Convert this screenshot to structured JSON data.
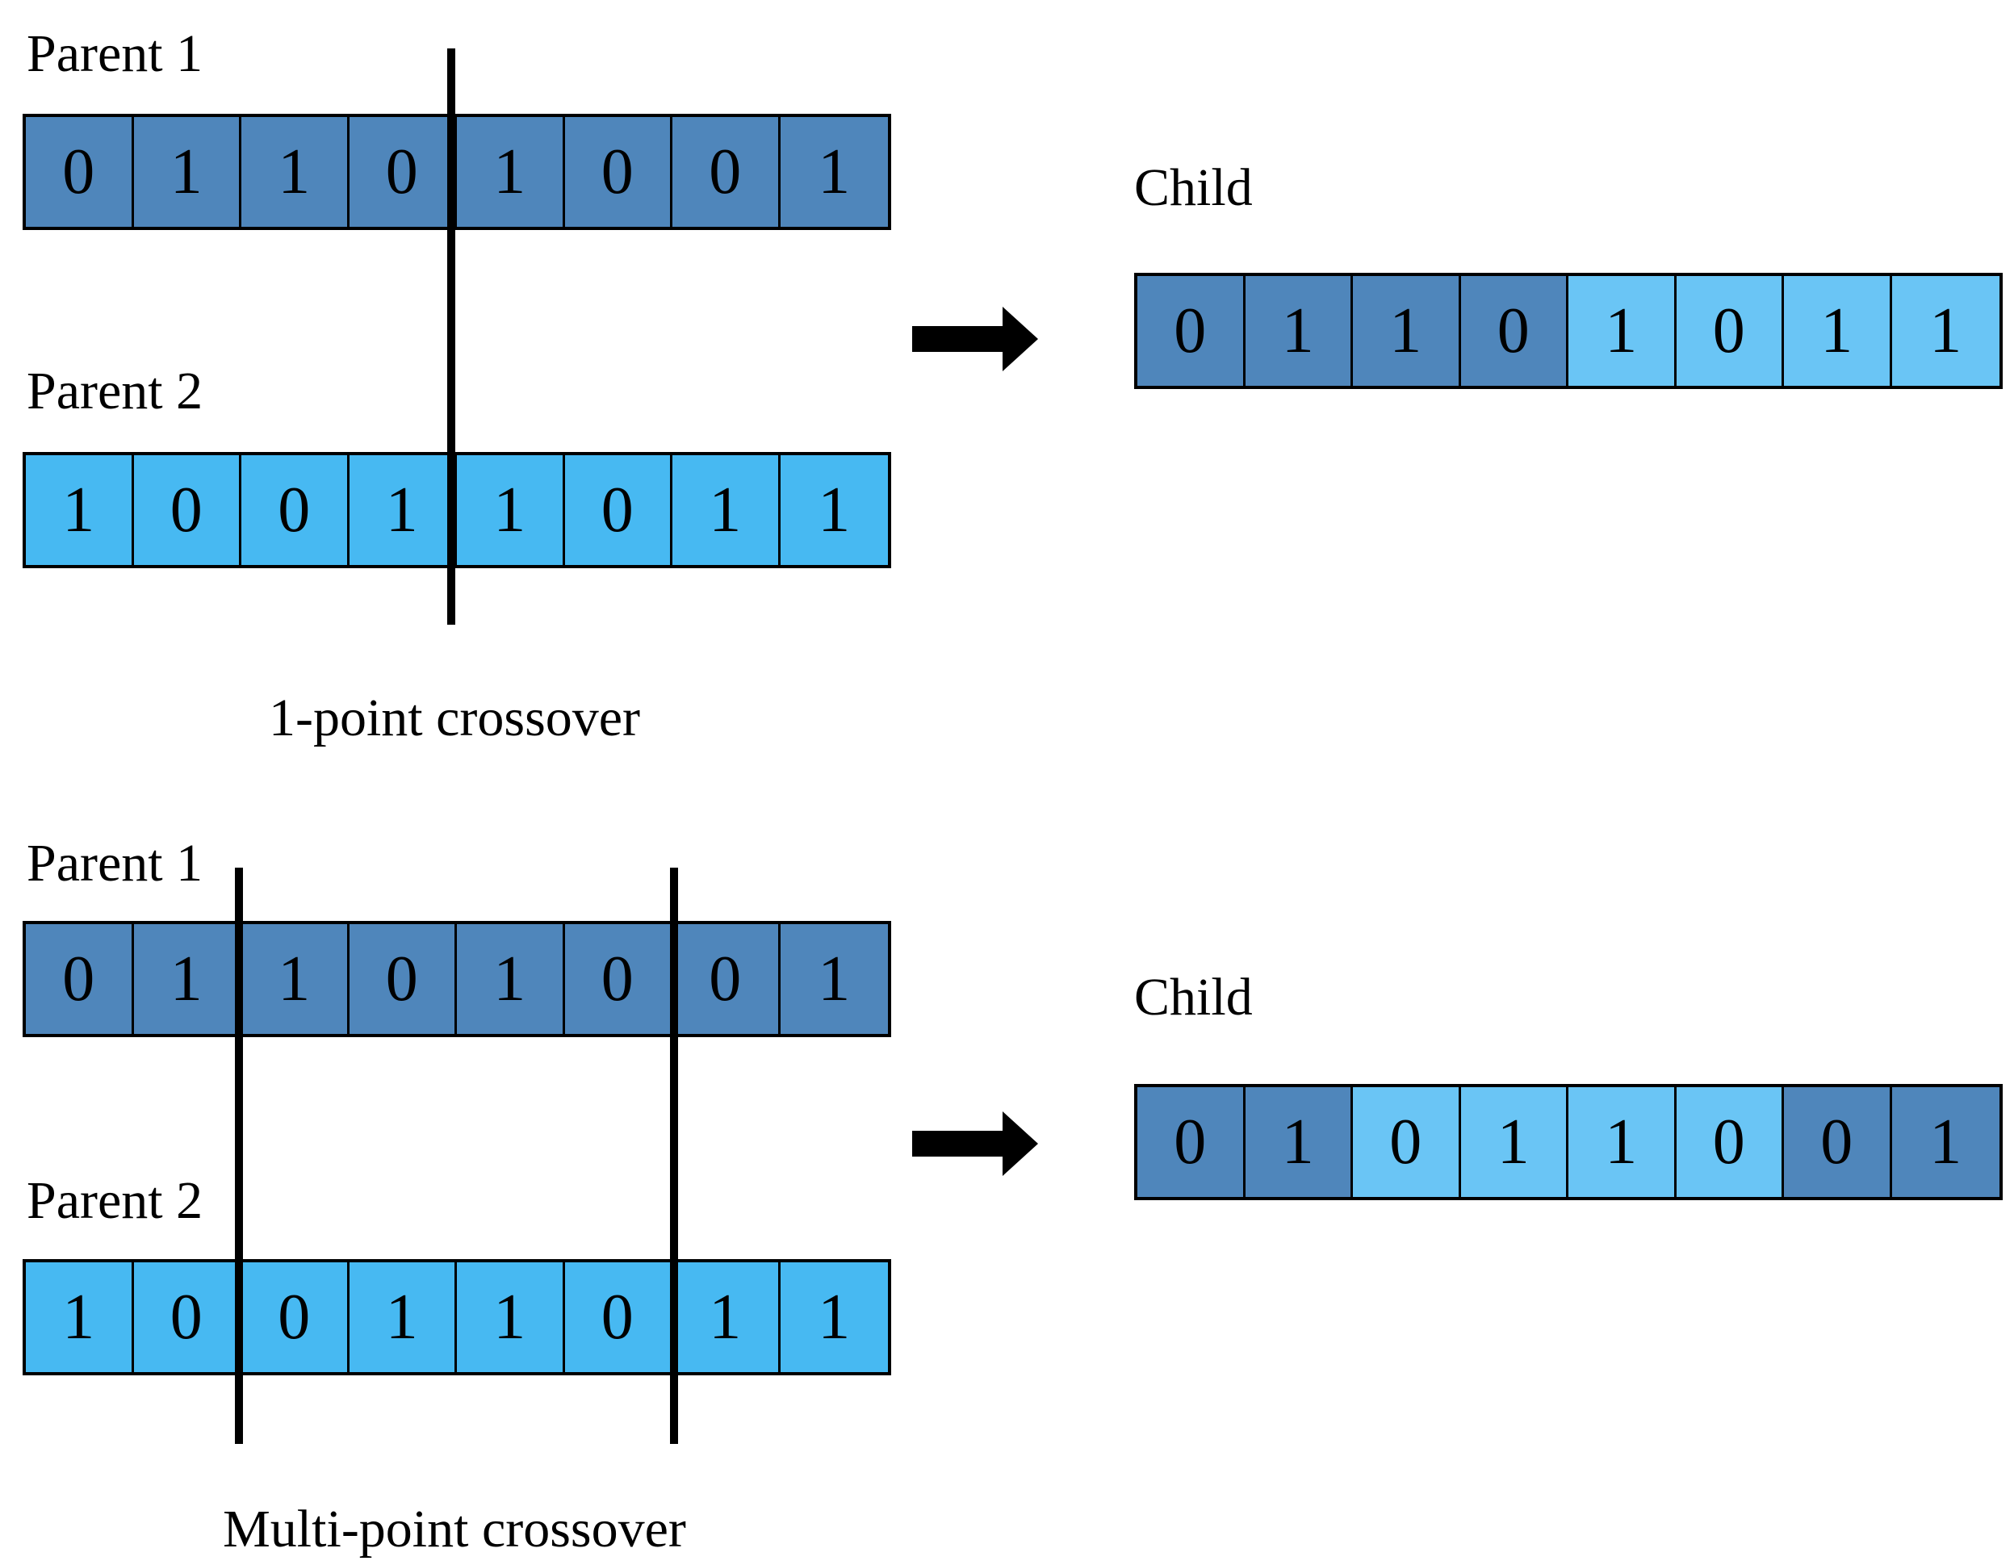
{
  "colors": {
    "parent1": "#4f86bb",
    "parent2": "#47b9f2",
    "child_from_parent2": "#6ac5f5"
  },
  "one_point": {
    "parent1_label": "Parent 1",
    "parent2_label": "Parent 2",
    "child_label": "Child",
    "caption": "1-point crossover",
    "parent1_bits": [
      "0",
      "1",
      "1",
      "0",
      "1",
      "0",
      "0",
      "1"
    ],
    "parent2_bits": [
      "1",
      "0",
      "0",
      "1",
      "1",
      "0",
      "1",
      "1"
    ],
    "child_bits": [
      "0",
      "1",
      "1",
      "0",
      "1",
      "0",
      "1",
      "1"
    ],
    "child_source": [
      1,
      1,
      1,
      1,
      2,
      2,
      2,
      2
    ],
    "crossover_after_bit": [
      4
    ]
  },
  "multi_point": {
    "parent1_label": "Parent 1",
    "parent2_label": "Parent 2",
    "child_label": "Child",
    "caption": "Multi-point crossover",
    "parent1_bits": [
      "0",
      "1",
      "1",
      "0",
      "1",
      "0",
      "0",
      "1"
    ],
    "parent2_bits": [
      "1",
      "0",
      "0",
      "1",
      "1",
      "0",
      "1",
      "1"
    ],
    "child_bits": [
      "0",
      "1",
      "0",
      "1",
      "1",
      "0",
      "0",
      "1"
    ],
    "child_source": [
      1,
      1,
      2,
      2,
      2,
      2,
      1,
      1
    ],
    "crossover_after_bit": [
      2,
      6
    ]
  },
  "arrow_icon": "right-arrow-icon"
}
